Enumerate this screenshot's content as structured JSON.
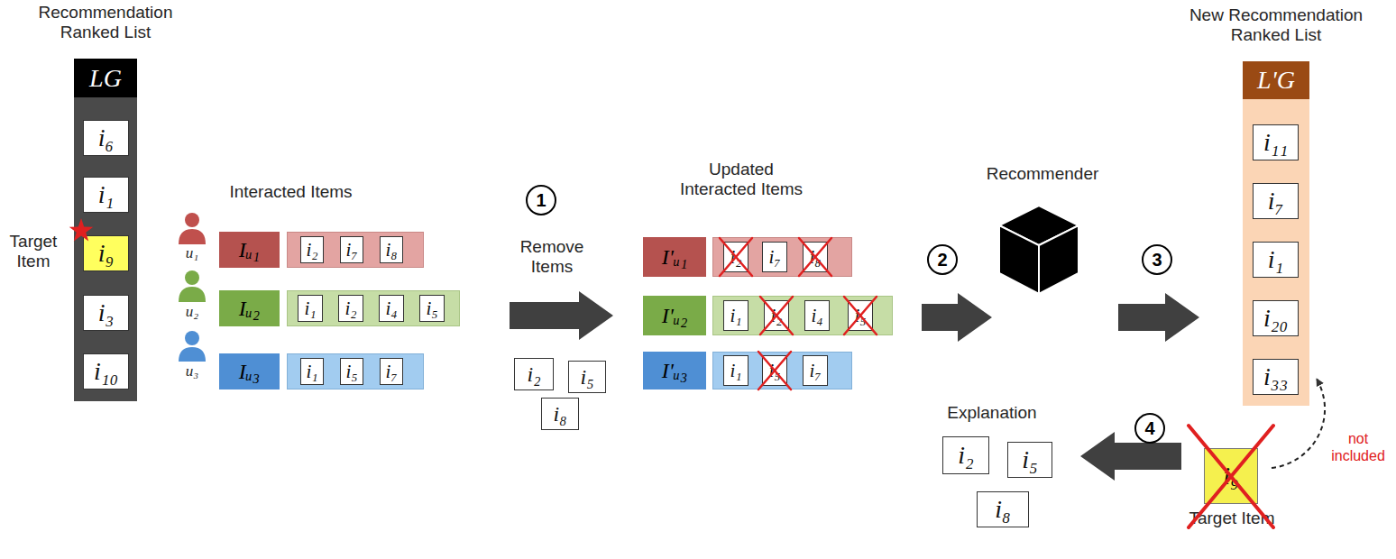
{
  "diagram": {
    "nodes": [
      {
        "text": [
          "Recommendation Ranked List"
        ]
      },
      {
        "text": [
          "LG"
        ],
        "in": 0
      },
      {
        "text": [
          "i₆"
        ],
        "in": 0
      },
      {
        "text": [
          "i₁"
        ],
        "in": 0
      },
      {
        "text": [
          "i₉"
        ],
        "in": 0
      },
      {
        "text": [
          "i₃"
        ],
        "in": 0
      },
      {
        "text": [
          "i₁₀"
        ],
        "in": 0
      },
      {
        "text": [
          "Interacted Items"
        ]
      },
      {
        "text": [
          "Iᵤ₁"
        ],
        "in": 7
      },
      {
        "in": 7
      },
      {
        "text": [
          "i₂"
        ],
        "in": 9
      },
      {
        "text": [
          "i₇"
        ],
        "in": 9
      },
      {
        "text": [
          "i₈"
        ],
        "in": 9
      },
      {
        "text": [
          "Iᵤ₂"
        ],
        "in": 7
      },
      {
        "in": 7
      },
      {
        "text": [
          "i₁"
        ],
        "in": 14
      },
      {
        "text": [
          "i₂"
        ],
        "in": 14
      },
      {
        "text": [
          "i₄"
        ],
        "in": 14
      },
      {
        "text": [
          "i₅"
        ],
        "in": 14
      },
      {
        "text": [
          "Iᵤ₃"
        ],
        "in": 7
      },
      {
        "in": 7
      },
      {
        "text": [
          "i₁"
        ],
        "in": 20
      },
      {
        "text": [
          "i₅"
        ],
        "in": 20
      },
      {
        "text": [
          "i₇"
        ],
        "in": 20
      },
      {
        "text": [
          "i₂"
        ]
      },
      {
        "text": [
          "i₅"
        ]
      },
      {
        "text": [
          "i₈"
        ]
      },
      {
        "text": [
          "Updated Interacted Items"
        ]
      },
      {
        "text": [
          "I'ᵤ₁"
        ],
        "in": 27
      },
      {
        "in": 27
      },
      {
        "text": [
          "i₂"
        ],
        "in": 29
      },
      {
        "text": [
          "i₇"
        ],
        "in": 29
      },
      {
        "text": [
          "i₈"
        ],
        "in": 29
      },
      {
        "text": [
          "I'ᵤ₂"
        ],
        "in": 27
      },
      {
        "in": 27
      },
      {
        "text": [
          "i₁"
        ],
        "in": 34
      },
      {
        "text": [
          "i₂"
        ],
        "in": 34
      },
      {
        "text": [
          "i₄"
        ],
        "in": 34
      },
      {
        "text": [
          "i₅"
        ],
        "in": 34
      },
      {
        "text": [
          "I'ᵤ₃"
        ],
        "in": 27
      },
      {
        "in": 27
      },
      {
        "text": [
          "i₁"
        ],
        "in": 40
      },
      {
        "text": [
          "i₅"
        ],
        "in": 40
      },
      {
        "text": [
          "i₇"
        ],
        "in": 40
      },
      {
        "text": [
          "Recommender"
        ]
      },
      {
        "text": [
          "New Recommendation Ranked List"
        ]
      },
      {
        "text": [
          "L'G"
        ],
        "in": 45
      },
      {
        "text": [
          "i₁₁"
        ],
        "in": 45
      },
      {
        "text": [
          "i₇"
        ],
        "in": 45
      },
      {
        "text": [
          "i₁"
        ],
        "in": 45
      },
      {
        "text": [
          "i₂₀"
        ],
        "in": 45
      },
      {
        "text": [
          "i₃₃"
        ],
        "in": 45
      },
      {
        "text": [
          "Explanation"
        ]
      },
      {
        "text": [
          "i₂"
        ],
        "in": 52
      },
      {
        "text": [
          "i₅"
        ],
        "in": 52
      },
      {
        "text": [
          "i₈"
        ],
        "in": 52
      },
      {
        "text": [
          "i₉",
          "Target Item"
        ]
      }
    ],
    "edges": [
      {
        "from": 7,
        "to": 27,
        "arrow": "to",
        "label": "Remove Items"
      },
      {
        "from": 27,
        "to": 44,
        "arrow": "to"
      },
      {
        "from": 44,
        "to": 45,
        "arrow": "to"
      },
      {
        "from": 56,
        "to": 52,
        "arrow": "to"
      },
      {
        "from": 56,
        "to": 45,
        "arrow": "to",
        "label": "not included"
      }
    ],
    "labels": [
      "Target Item",
      "u₁",
      "u₂",
      "u₃",
      "1",
      "2",
      "3",
      "4"
    ]
  }
}
